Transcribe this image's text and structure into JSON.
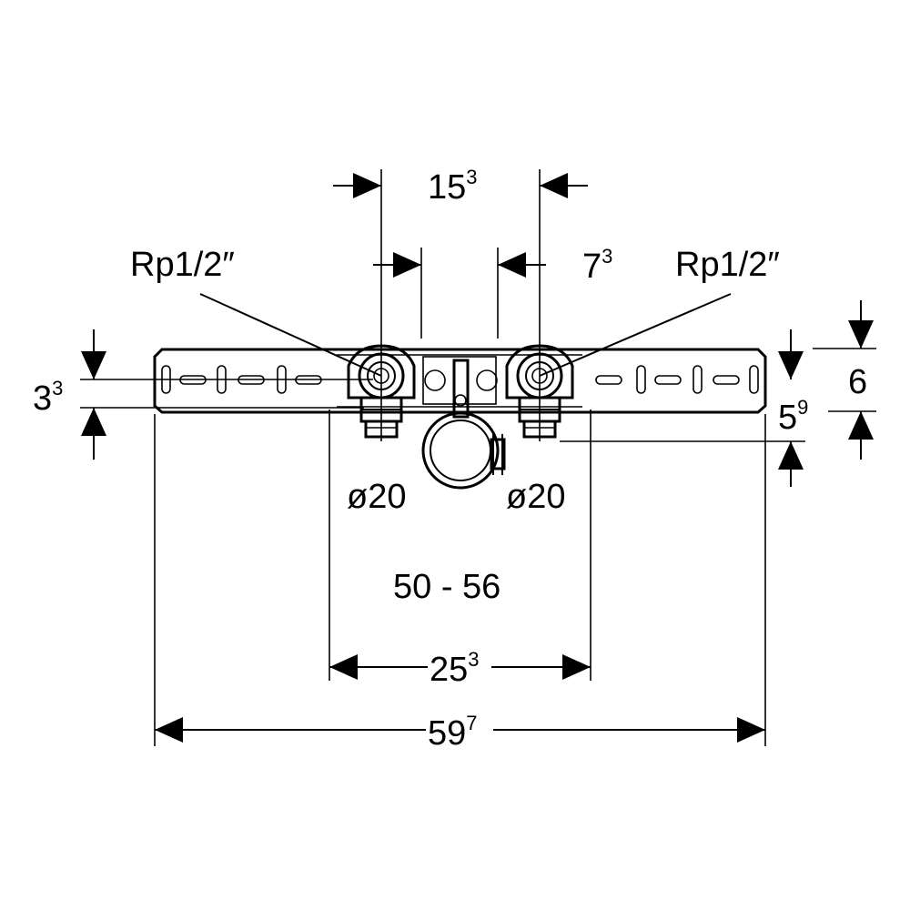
{
  "dimensions": {
    "d15": {
      "main": "15",
      "sup": "3"
    },
    "d7": {
      "main": "7",
      "sup": "3"
    },
    "d3": {
      "main": "3",
      "sup": "3"
    },
    "d6": {
      "main": "6"
    },
    "d5": {
      "main": "5",
      "sup": "9"
    },
    "d25": {
      "main": "25",
      "sup": "3"
    },
    "d59": {
      "main": "59",
      "sup": "7"
    },
    "range": "50 - 56"
  },
  "labels": {
    "thread_left": "Rp1/2″",
    "thread_right": "Rp1/2″",
    "pipe_left": "ø20",
    "pipe_right": "ø20"
  },
  "colors": {
    "ink": "#000000",
    "paper": "#ffffff"
  }
}
